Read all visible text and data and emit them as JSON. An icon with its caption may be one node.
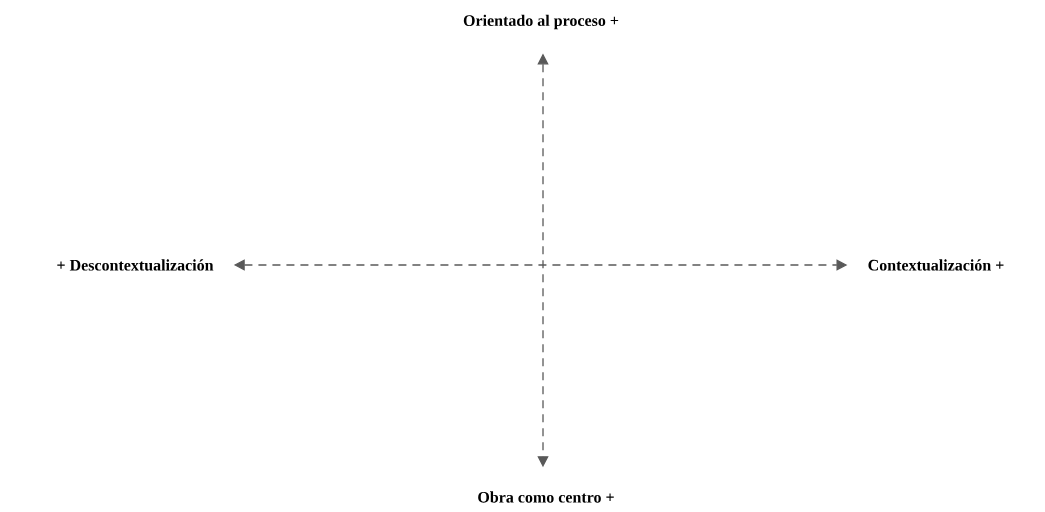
{
  "diagram": {
    "nodes": [
      {
        "text": [
          "Orientado al proceso +"
        ]
      },
      {
        "text": [
          "+ Descontextualización"
        ]
      },
      {
        "text": [
          "Contextualización +"
        ]
      },
      {
        "text": [
          "Obra como centro +"
        ]
      }
    ],
    "edges": [
      {
        "from": 0,
        "to": 3,
        "arrow": "both",
        "style": "dashed"
      },
      {
        "from": 1,
        "to": 2,
        "arrow": "both",
        "style": "dashed"
      }
    ]
  }
}
